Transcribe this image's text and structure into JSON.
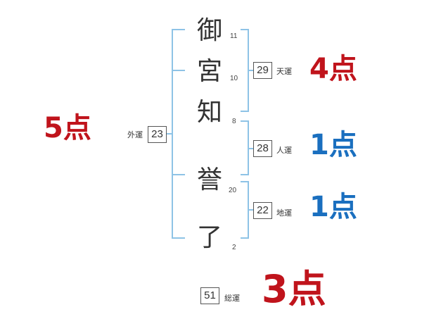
{
  "name_characters": [
    {
      "char": "御",
      "strokes": "11"
    },
    {
      "char": "宮",
      "strokes": "10"
    },
    {
      "char": "知",
      "strokes": "8"
    },
    {
      "char": "誉",
      "strokes": "20"
    },
    {
      "char": "了",
      "strokes": "2"
    }
  ],
  "fortunes": {
    "gaiun": {
      "label": "外運",
      "value": "23",
      "score": "5点"
    },
    "tenun": {
      "label": "天運",
      "value": "29",
      "score": "4点"
    },
    "jinun": {
      "label": "人運",
      "value": "28",
      "score": "1点"
    },
    "chiun": {
      "label": "地運",
      "value": "22",
      "score": "1点"
    },
    "souun": {
      "label": "総運",
      "value": "51",
      "score": "3点"
    }
  },
  "colors": {
    "bracket": "#8ec3e6",
    "score_red": "#c0141c",
    "score_blue": "#1a6fbf",
    "text": "#333333"
  }
}
